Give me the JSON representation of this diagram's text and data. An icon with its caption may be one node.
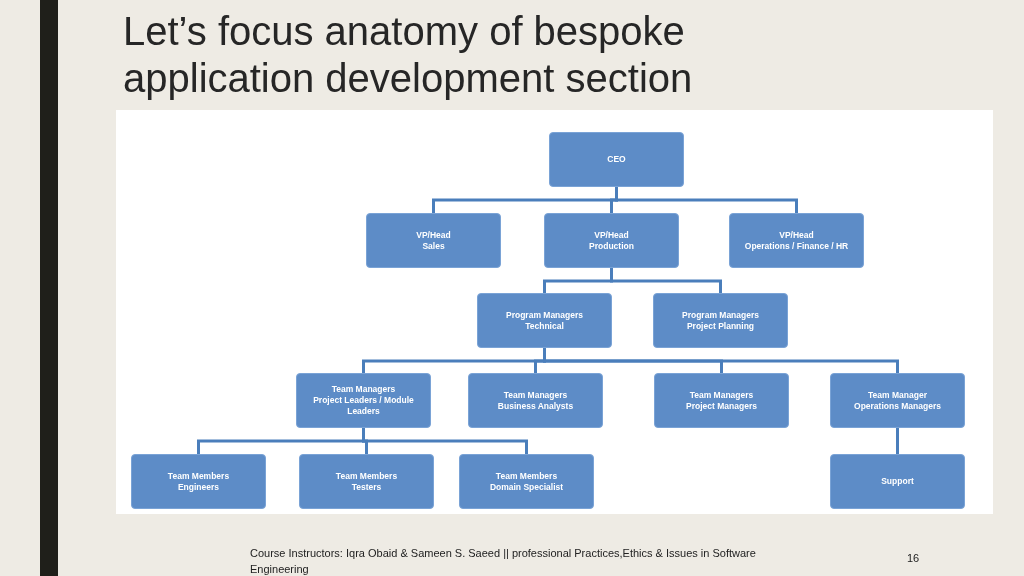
{
  "diagram": {
    "title": "Let’s focus anatomy of bespoke application development section",
    "nodes": [
      {
        "text": [
          "CEO"
        ]
      },
      {
        "text": [
          "VP/Head",
          "Sales"
        ]
      },
      {
        "text": [
          "VP/Head",
          "Production"
        ]
      },
      {
        "text": [
          "VP/Head",
          "Operations / Finance /  HR"
        ]
      },
      {
        "text": [
          "Program Managers",
          "Technical"
        ]
      },
      {
        "text": [
          "Program Managers",
          "Project Planning"
        ]
      },
      {
        "text": [
          "Team Managers",
          "Project Leaders / Module Leaders"
        ]
      },
      {
        "text": [
          "Team Managers",
          "Business Analysts"
        ]
      },
      {
        "text": [
          "Team Managers",
          "Project Managers"
        ]
      },
      {
        "text": [
          "Team Manager",
          "Operations Managers"
        ]
      },
      {
        "text": [
          "Team Members",
          "Engineers"
        ]
      },
      {
        "text": [
          "Team Members",
          "Testers"
        ]
      },
      {
        "text": [
          "Team Members",
          "Domain Specialist"
        ]
      },
      {
        "text": [
          "Support"
        ]
      }
    ],
    "edges": [
      {
        "from": 0,
        "to": 1,
        "arrow": "none"
      },
      {
        "from": 0,
        "to": 2,
        "arrow": "none"
      },
      {
        "from": 0,
        "to": 3,
        "arrow": "none"
      },
      {
        "from": 2,
        "to": 4,
        "arrow": "none"
      },
      {
        "from": 2,
        "to": 5,
        "arrow": "none"
      },
      {
        "from": 4,
        "to": 6,
        "arrow": "none"
      },
      {
        "from": 4,
        "to": 7,
        "arrow": "none"
      },
      {
        "from": 4,
        "to": 8,
        "arrow": "none"
      },
      {
        "from": 4,
        "to": 9,
        "arrow": "none"
      },
      {
        "from": 6,
        "to": 10,
        "arrow": "none"
      },
      {
        "from": 6,
        "to": 11,
        "arrow": "none"
      },
      {
        "from": 6,
        "to": 12,
        "arrow": "none"
      },
      {
        "from": 9,
        "to": 13,
        "arrow": "none"
      }
    ],
    "labels": [
      "Course Instructors: Iqra Obaid & Sameen S. Saeed || professional Practices,Ethics & Issues in Software Engineering",
      "16"
    ]
  }
}
